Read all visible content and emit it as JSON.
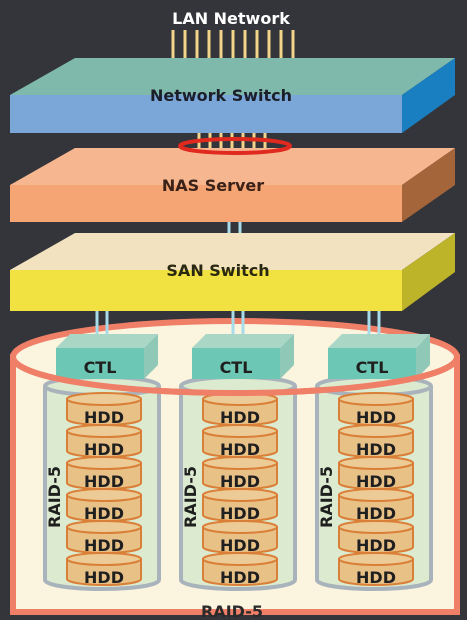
{
  "diagram": {
    "top_label": "LAN Network",
    "layers": {
      "network_switch": "Network Switch",
      "nas_server": "NAS Server",
      "san_switch": "SAN Switch"
    },
    "controller_label": "CTL",
    "disk_label": "HDD",
    "group_label": "RAID-5",
    "outer_label": "RAID-5",
    "columns": 3,
    "disks_per_column": 6
  },
  "colors": {
    "background": "#33353a",
    "network_switch_top": "#7fb9ab",
    "network_switch_front": "#7aa6d8",
    "network_switch_side": "#1a7fc0",
    "nas_top": "#f6b690",
    "nas_front": "#f5a473",
    "nas_side": "#a4653b",
    "san_top": "#f2e2c0",
    "san_front": "#f1e241",
    "san_side": "#bdb42a",
    "cables": "#f3d48a",
    "fiber": "#a9dcea",
    "highlight_ring": "#e0291f",
    "outer_cylinder_stroke": "#f07f68",
    "outer_cylinder_fill": "#fbf4df",
    "controller_front": "#6cc7b4",
    "controller_side": "#a9d6c5",
    "hdd_fill": "#e8c187",
    "hdd_stroke": "#d97f37",
    "group_fill": "#dcebd0",
    "group_stroke": "#a9b3bc"
  }
}
